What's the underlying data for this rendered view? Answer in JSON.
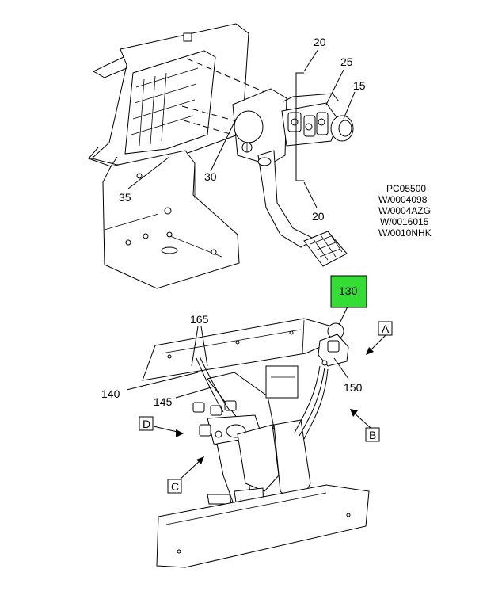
{
  "callouts": {
    "c20_top": "20",
    "c25": "25",
    "c15": "15",
    "c30": "30",
    "c35": "35",
    "c20_bottom": "20",
    "c130": "130",
    "c165": "165",
    "c140": "140",
    "c145": "145",
    "c150": "150"
  },
  "views": {
    "a": "A",
    "b": "B",
    "c": "C",
    "d": "D"
  },
  "references": [
    "PC05500",
    "W/0004098",
    "W/0004AZG",
    "W/0016015",
    "W/0010NHK"
  ],
  "colors": {
    "highlight": "#33dd33",
    "line": "#000000",
    "background": "#ffffff"
  }
}
